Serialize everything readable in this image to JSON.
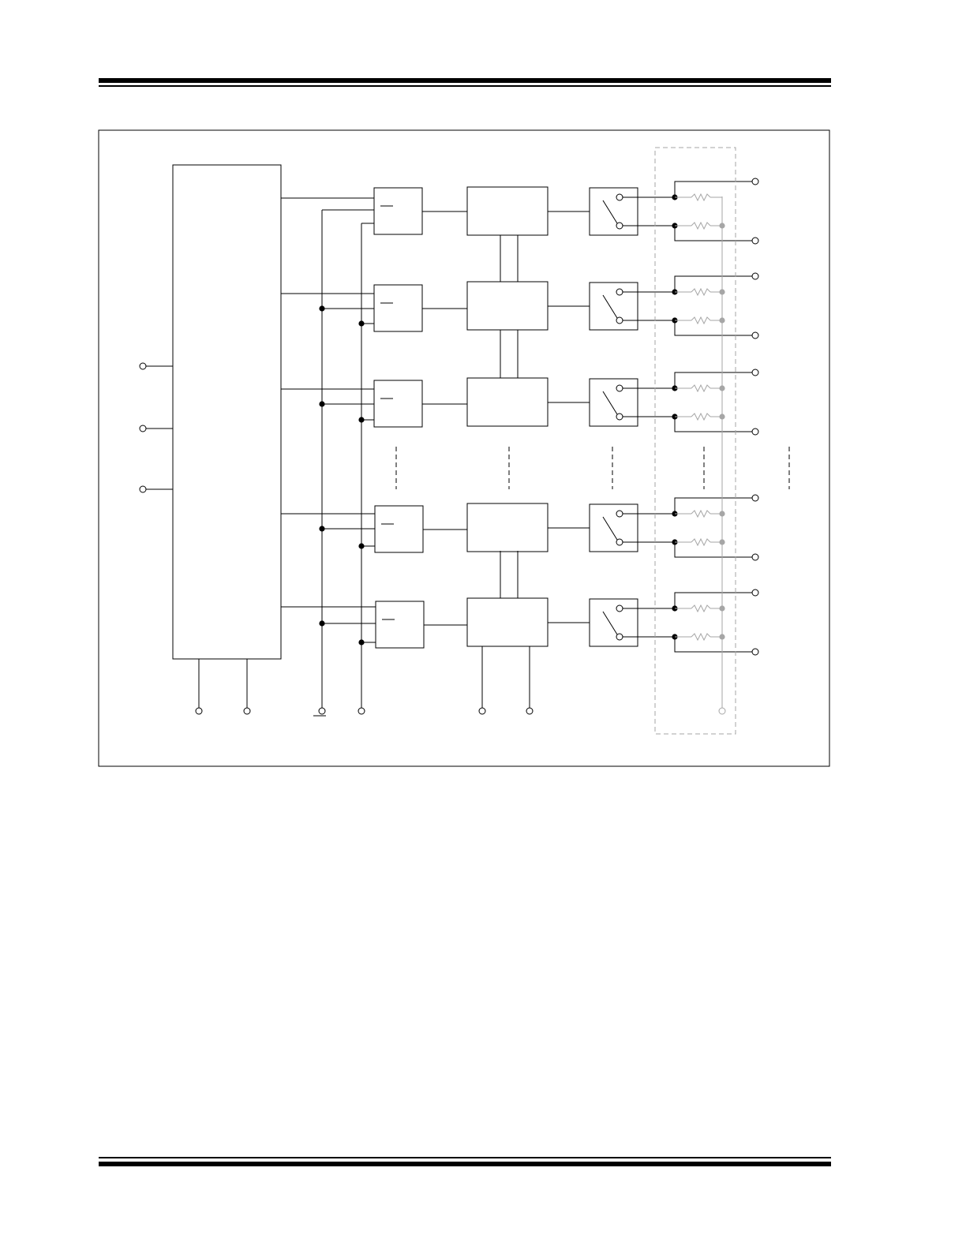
{
  "page": {
    "header_rule_color": "#000000",
    "footer_rule_color": "#000000"
  },
  "diagram": {
    "line_color": "#000000",
    "resistor_network_color": "#a6a6a6",
    "frame_color": "#000000",
    "channels_drawn": 5,
    "continuation_marks": true,
    "terminal_style": "open-circle",
    "junction_style": "filled-dot"
  }
}
